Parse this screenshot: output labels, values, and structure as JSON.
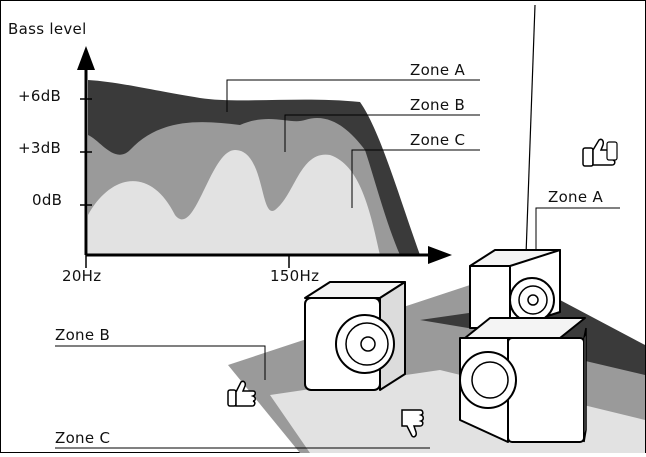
{
  "chart_data": {
    "type": "area",
    "ylabel": "Bass level",
    "x_ticks": [
      "20Hz",
      "150Hz"
    ],
    "y_ticks": [
      "+6dB",
      "+3dB",
      "0dB"
    ],
    "series": [
      {
        "name": "Zone A",
        "color": "#3a3a3a"
      },
      {
        "name": "Zone B",
        "color": "#9a9a9a"
      },
      {
        "name": "Zone C",
        "color": "#e2e2e2"
      }
    ]
  },
  "room": {
    "speaker_label": "Zone A",
    "floor_labels": [
      "Zone B",
      "Zone C"
    ]
  },
  "icons": [
    "thumbs-up-icon",
    "thumbs-down-icon"
  ]
}
